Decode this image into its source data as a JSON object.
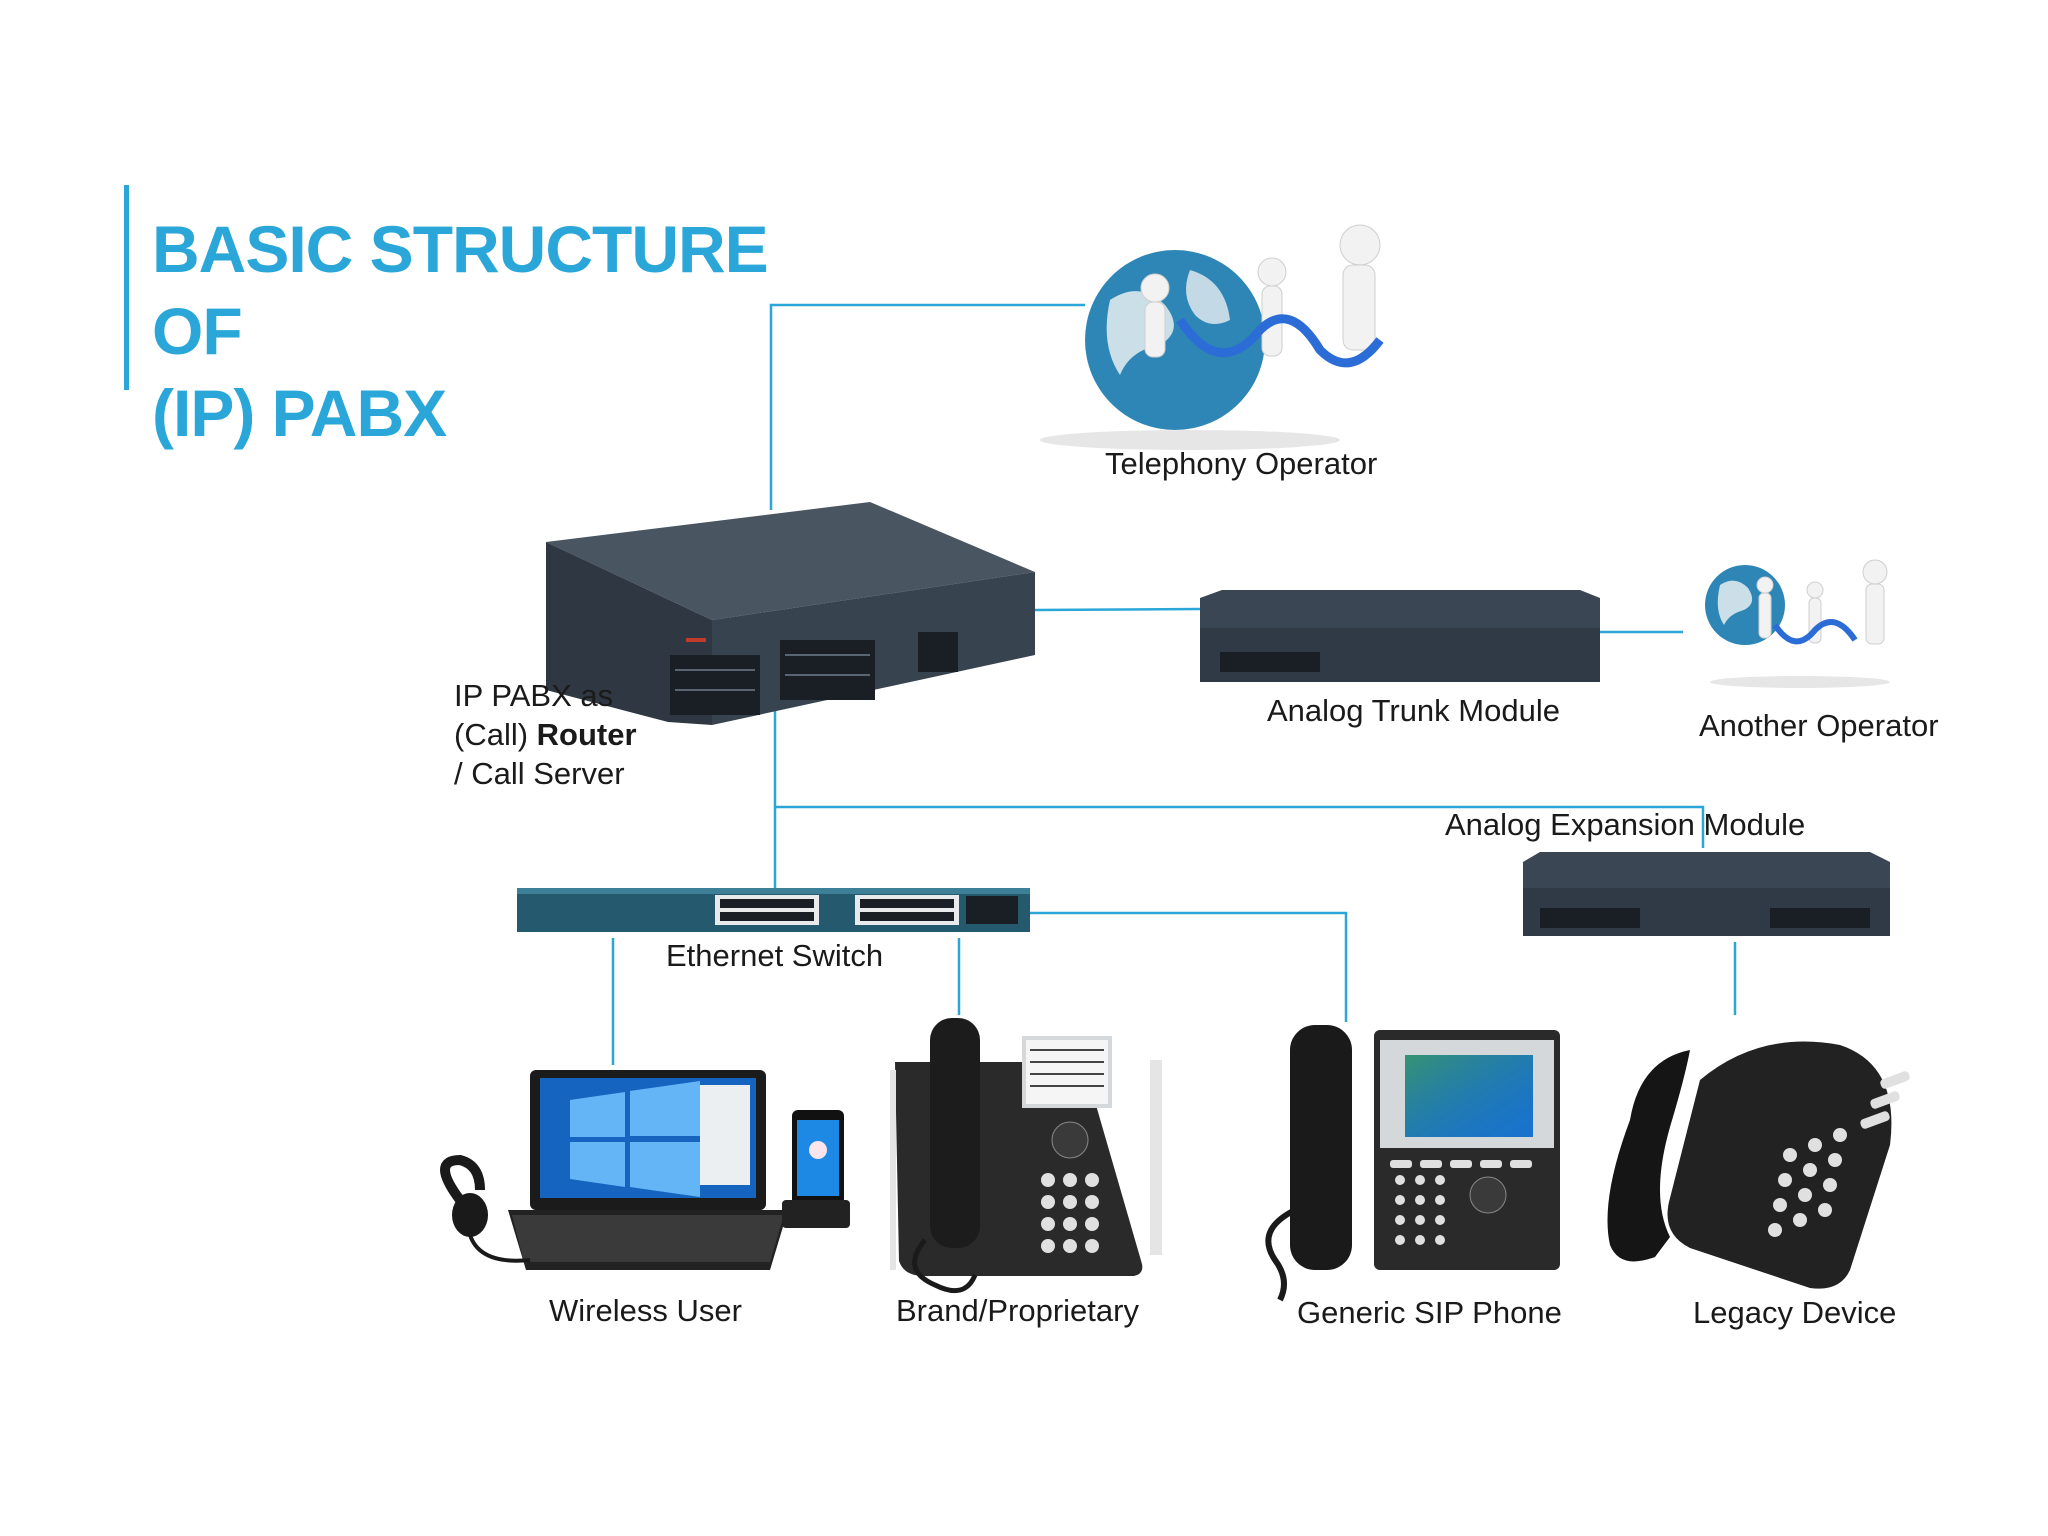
{
  "slide": {
    "title_line1": "BASIC STRUCTURE OF",
    "title_line2": "(IP) PABX",
    "accent_color": "#2aa7d8"
  },
  "nodes": {
    "telephony_operator": "Telephony Operator",
    "ip_pabx_line1": "IP PABX as",
    "ip_pabx_line2_prefix": "(Call) ",
    "ip_pabx_line2_bold": "Router",
    "ip_pabx_line3": "/ Call Server",
    "analog_trunk_module": "Analog Trunk Module",
    "another_operator": "Another Operator",
    "analog_expansion_module": "Analog Expansion Module",
    "ethernet_switch": "Ethernet Switch",
    "wireless_user": "Wireless User",
    "brand_proprietary": "Brand/Proprietary",
    "generic_sip_phone": "Generic SIP Phone",
    "legacy_device": "Legacy Device"
  },
  "icons": {
    "globe": "globe-with-figures-icon",
    "pabx": "pabx-chassis-icon",
    "module": "rack-module-icon",
    "switch": "ethernet-switch-icon",
    "laptop": "laptop-with-headset-icon",
    "desk_phone": "ip-desk-phone-icon",
    "sip_phone": "sip-phone-icon",
    "analog_phone": "analog-phone-icon"
  },
  "colors": {
    "connector": "#2aa7d8",
    "device_dark": "#3a4654",
    "globe_blue": "#2d86b5"
  }
}
